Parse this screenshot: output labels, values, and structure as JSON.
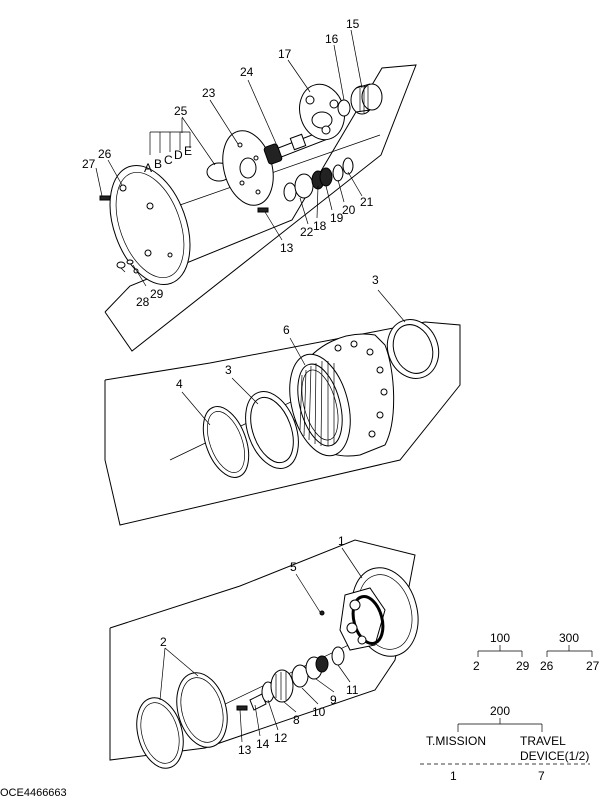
{
  "drawing_code": "OCE4466663",
  "callouts": {
    "c1": "1",
    "c2": "2",
    "c3a": "3",
    "c3b": "3",
    "c4": "4",
    "c5": "5",
    "c6": "6",
    "c8": "8",
    "c9": "9",
    "c10": "10",
    "c11": "11",
    "c12": "12",
    "c13a": "13",
    "c13b": "13",
    "c14": "14",
    "c15": "15",
    "c16": "16",
    "c17": "17",
    "c18": "18",
    "c19": "19",
    "c20": "20",
    "c21": "21",
    "c22": "22",
    "c23": "23",
    "c24": "24",
    "c25": "25",
    "c26": "26",
    "c27": "27",
    "c28": "28",
    "c29": "29",
    "A": "A",
    "B": "B",
    "C": "C",
    "D": "D",
    "E": "E"
  },
  "tree_100": {
    "top": "100",
    "left": "2",
    "right": "29"
  },
  "tree_300": {
    "top": "300",
    "left": "26",
    "right": "27"
  },
  "tree_200": {
    "top": "200",
    "left": "T.MISSION",
    "right_line1": "TRAVEL",
    "right_line2": "DEVICE(1/2)",
    "left_num": "1",
    "right_num": "7"
  }
}
